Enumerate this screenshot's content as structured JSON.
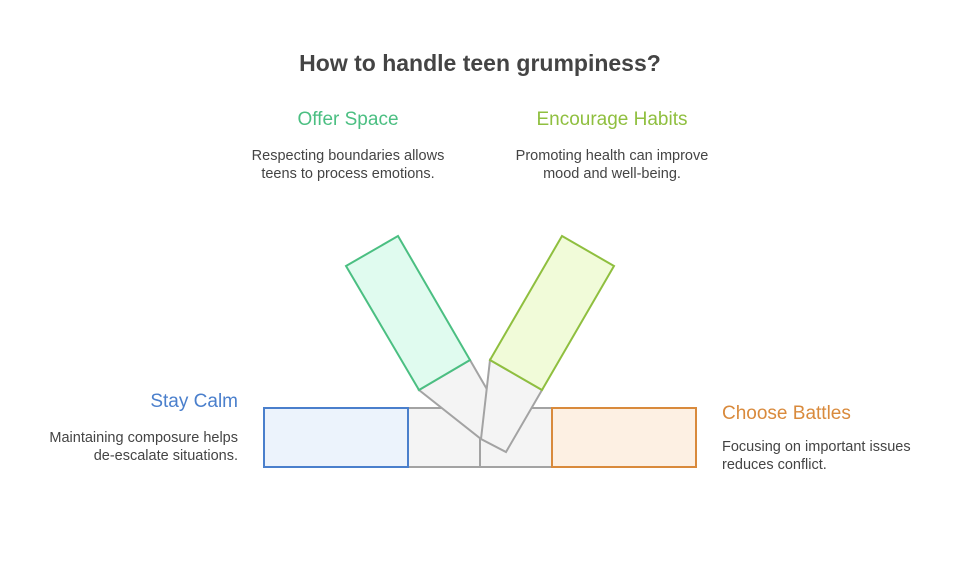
{
  "title": "How to handle teen grumpiness?",
  "colors": {
    "green": "#4bbf82",
    "green_fill": "#e0fbef",
    "lime": "#8fbf3f",
    "lime_fill": "#f1fbd9",
    "blue": "#4a7fcc",
    "blue_fill": "#ecf3fc",
    "orange": "#d98a3c",
    "orange_fill": "#fdf0e3",
    "gray": "#a3a3a3",
    "gray_fill": "#f4f4f4",
    "text": "#444444"
  },
  "items": {
    "offer_space": {
      "title": "Offer Space",
      "description": "Respecting boundaries allows teens to process emotions."
    },
    "encourage_habits": {
      "title": "Encourage Habits",
      "description": "Promoting health can improve mood and well-being."
    },
    "stay_calm": {
      "title": "Stay Calm",
      "description": "Maintaining composure helps de-escalate situations."
    },
    "choose_battles": {
      "title": "Choose Battles",
      "description": "Focusing on important issues reduces conflict."
    }
  }
}
